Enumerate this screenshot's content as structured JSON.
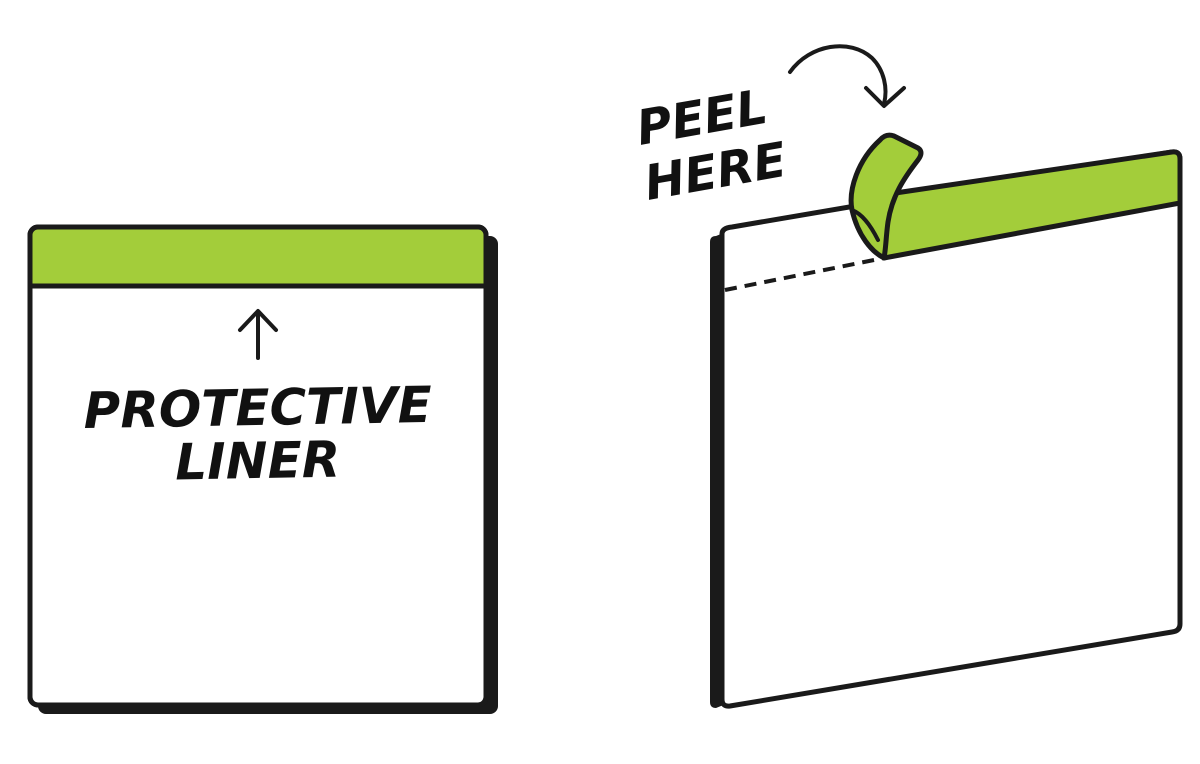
{
  "labels": {
    "liner_line1": "PROTECTIVE",
    "liner_line2": "LINER",
    "peel_line1": "PEEL",
    "peel_line2": "HERE"
  },
  "colors": {
    "outline": "#1a1a1a",
    "liner_green": "#a3cd3a",
    "sheet": "#ffffff"
  },
  "icons": {
    "liner_arrow": "arrow-up-icon",
    "peel_arrow": "curved-arrow-icon"
  }
}
